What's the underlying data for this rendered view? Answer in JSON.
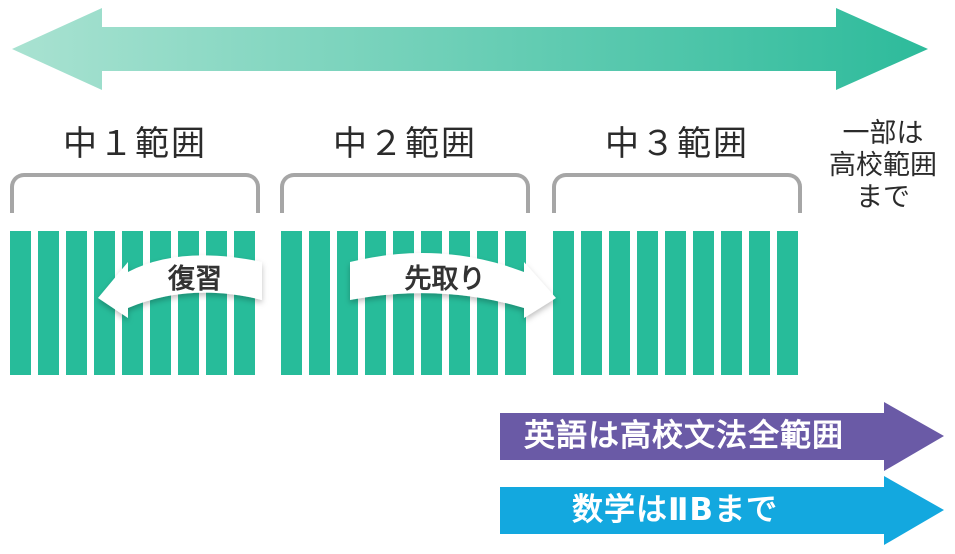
{
  "ranges": [
    {
      "label": "中１範囲"
    },
    {
      "label": "中２範囲"
    },
    {
      "label": "中３範囲"
    }
  ],
  "high_school": {
    "line1": "一部は",
    "line2": "高校範囲",
    "line3": "まで"
  },
  "review_label": "復習",
  "advance_label": "先取り",
  "bands": {
    "english": {
      "label": "英語は高校文法全範囲",
      "color": "#6a5aa6"
    },
    "math": {
      "label": "数学はⅡBまで",
      "color": "#13a8df"
    }
  },
  "colors": {
    "teal_light": "#a6e3d2",
    "teal_dark": "#2cbf9e",
    "blue": "#3f7fcf",
    "bracket": "#a6a6a6"
  }
}
